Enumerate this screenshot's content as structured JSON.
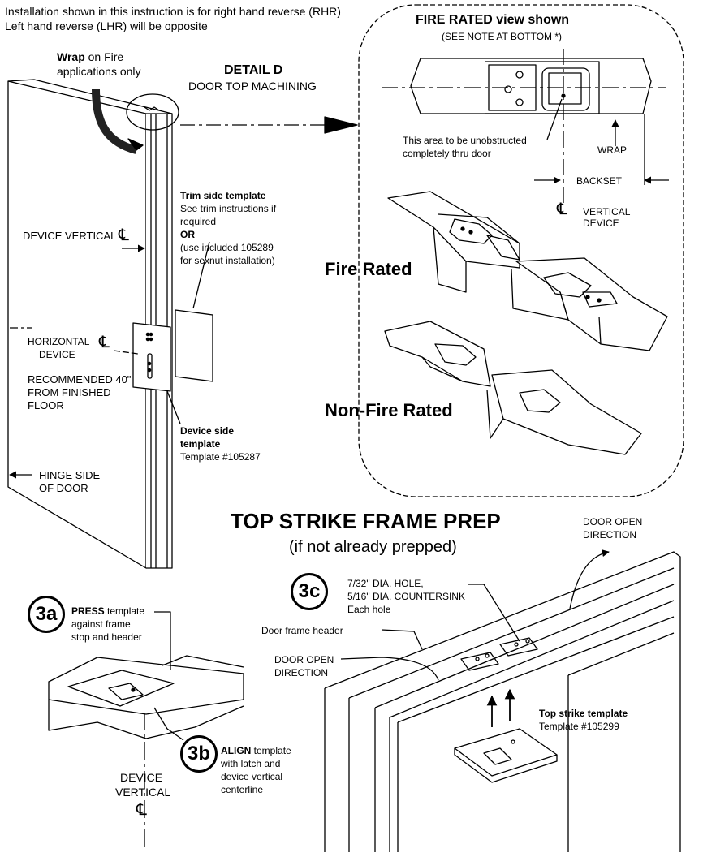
{
  "intro": {
    "line1": "Installation shown in this instruction is for right hand reverse (RHR)",
    "line2": "Left hand reverse (LHR) will be opposite"
  },
  "wrap_note": {
    "bold": "Wrap",
    "line1_rest": " on Fire",
    "line2": "applications only"
  },
  "detail_d": {
    "title": "DETAIL D",
    "subtitle": "DOOR TOP MACHINING"
  },
  "fire_box": {
    "title": "FIRE RATED view shown",
    "subtitle": "(SEE NOTE AT BOTTOM *)",
    "unobstructed_1": "This area to be unobstructed",
    "unobstructed_2": "completely thru door",
    "wrap": "WRAP",
    "backset": "BACKSET",
    "vertical_1": "VERTICAL",
    "vertical_2": "DEVICE",
    "fire_rated": "Fire Rated",
    "non_fire_rated": "Non-Fire Rated"
  },
  "centerline_symbol": "℄",
  "door": {
    "device_vertical": "DEVICE VERTICAL",
    "horizontal_1": "HORIZONTAL",
    "horizontal_2": "DEVICE",
    "recommended_1": "RECOMMENDED 40\"",
    "recommended_2": "FROM FINISHED",
    "recommended_3": "FLOOR",
    "hinge_1": "HINGE SIDE",
    "hinge_2": "OF DOOR"
  },
  "trim_template": {
    "title": "Trim side template",
    "line1": "See trim instructions if",
    "line2": "required",
    "or": "OR",
    "line3": "(use included 105289",
    "line4": "for sexnut installation)"
  },
  "device_template": {
    "title1": "Device side",
    "title2": "template",
    "number": "Template #105287"
  },
  "strike_prep": {
    "title": "TOP STRIKE FRAME PREP",
    "subtitle": "(if not already prepped)"
  },
  "step_3a": {
    "label": "3a",
    "bold": "PRESS",
    "line1_rest": " template",
    "line2": "against frame",
    "line3": "stop and header"
  },
  "step_3b": {
    "label": "3b",
    "bold": "ALIGN",
    "line1_rest": " template",
    "line2": "with latch and",
    "line3": "device vertical",
    "line4": "centerline"
  },
  "step_3c": {
    "label": "3c",
    "line1": "7/32\" DIA. HOLE,",
    "line2": "5/16\" DIA. COUNTERSINK",
    "line3": "Each hole"
  },
  "device_vertical_bottom": {
    "line1": "DEVICE",
    "line2": "VERTICAL"
  },
  "frame": {
    "door_open_top_1": "DOOR OPEN",
    "door_open_top_2": "DIRECTION",
    "header": "Door frame header",
    "door_open_left_1": "DOOR OPEN",
    "door_open_left_2": "DIRECTION"
  },
  "top_strike_template": {
    "title": "Top strike template",
    "number": "Template #105299"
  }
}
